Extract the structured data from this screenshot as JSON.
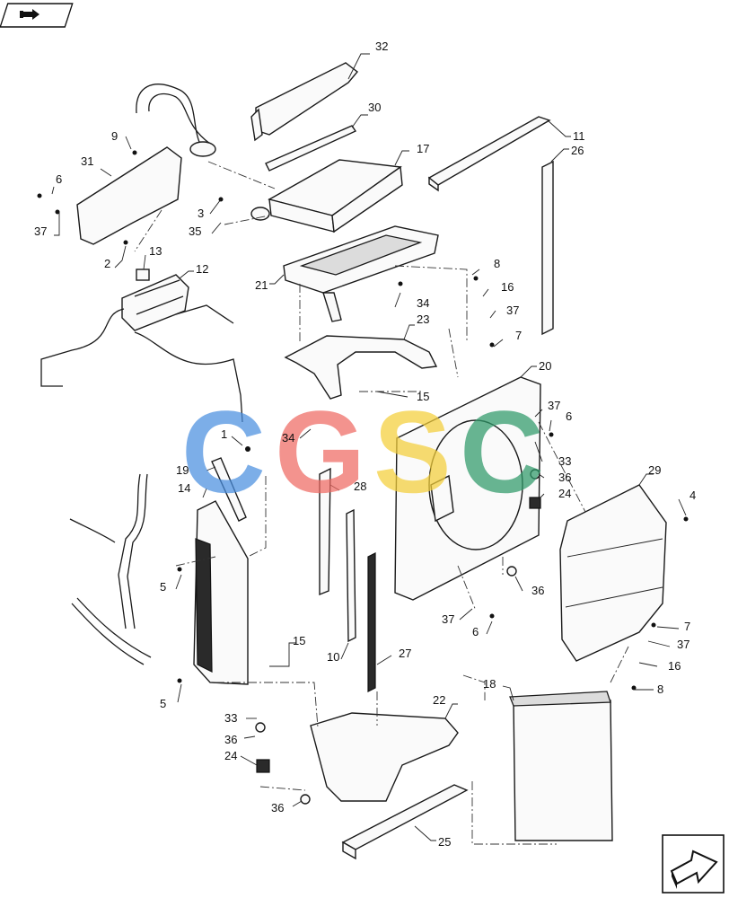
{
  "navigation": {
    "top_left_icon": "page-view-icon",
    "bottom_right_icon": "next-page-arrow-icon"
  },
  "watermark": {
    "letters": [
      "C",
      "G",
      "S",
      "C"
    ],
    "colors": [
      "#4a8fe0",
      "#ef6a63",
      "#f4cf3a",
      "#2f9a6a"
    ]
  },
  "callouts": [
    {
      "id": "c32",
      "text": "32"
    },
    {
      "id": "c30",
      "text": "30"
    },
    {
      "id": "c11",
      "text": "11"
    },
    {
      "id": "c26",
      "text": "26"
    },
    {
      "id": "c17",
      "text": "17"
    },
    {
      "id": "c9",
      "text": "9"
    },
    {
      "id": "c31",
      "text": "31"
    },
    {
      "id": "c6a",
      "text": "6"
    },
    {
      "id": "c37a",
      "text": "37"
    },
    {
      "id": "c3",
      "text": "3"
    },
    {
      "id": "c35",
      "text": "35"
    },
    {
      "id": "c2",
      "text": "2"
    },
    {
      "id": "c13",
      "text": "13"
    },
    {
      "id": "c12",
      "text": "12"
    },
    {
      "id": "c21",
      "text": "21"
    },
    {
      "id": "c34a",
      "text": "34"
    },
    {
      "id": "c8a",
      "text": "8"
    },
    {
      "id": "c16a",
      "text": "16"
    },
    {
      "id": "c37b",
      "text": "37"
    },
    {
      "id": "c7a",
      "text": "7"
    },
    {
      "id": "c23",
      "text": "23"
    },
    {
      "id": "c20",
      "text": "20"
    },
    {
      "id": "c15a",
      "text": "15"
    },
    {
      "id": "c37c",
      "text": "37"
    },
    {
      "id": "c6b",
      "text": "6"
    },
    {
      "id": "c1",
      "text": "1"
    },
    {
      "id": "c34b",
      "text": "34"
    },
    {
      "id": "c19",
      "text": "19"
    },
    {
      "id": "c14",
      "text": "14"
    },
    {
      "id": "c28",
      "text": "28"
    },
    {
      "id": "c33a",
      "text": "33"
    },
    {
      "id": "c36a",
      "text": "36"
    },
    {
      "id": "c24a",
      "text": "24"
    },
    {
      "id": "c29",
      "text": "29"
    },
    {
      "id": "c4",
      "text": "4"
    },
    {
      "id": "c5a",
      "text": "5"
    },
    {
      "id": "c36b",
      "text": "36"
    },
    {
      "id": "c37d",
      "text": "37"
    },
    {
      "id": "c6c",
      "text": "6"
    },
    {
      "id": "c7b",
      "text": "7"
    },
    {
      "id": "c37e",
      "text": "37"
    },
    {
      "id": "c16b",
      "text": "16"
    },
    {
      "id": "c10",
      "text": "10"
    },
    {
      "id": "c27",
      "text": "27"
    },
    {
      "id": "c15b",
      "text": "15"
    },
    {
      "id": "c18",
      "text": "18"
    },
    {
      "id": "c8b",
      "text": "8"
    },
    {
      "id": "c5b",
      "text": "5"
    },
    {
      "id": "c22",
      "text": "22"
    },
    {
      "id": "c33b",
      "text": "33"
    },
    {
      "id": "c36c",
      "text": "36"
    },
    {
      "id": "c24b",
      "text": "24"
    },
    {
      "id": "c36d",
      "text": "36"
    },
    {
      "id": "c25",
      "text": "25"
    }
  ]
}
